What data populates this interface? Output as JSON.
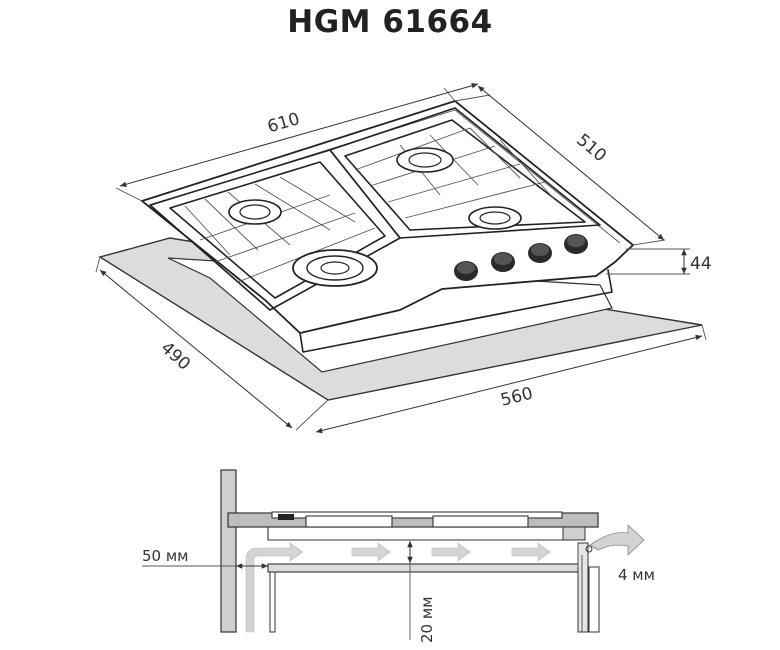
{
  "title": "HGM 61664",
  "top_view": {
    "width_label": "610",
    "depth_label": "510",
    "height_label": "44",
    "cutout_depth_label": "490",
    "cutout_width_label": "560"
  },
  "side_view": {
    "clearance_side_label": "50 мм",
    "clearance_below_label": "20 мм",
    "gap_label": "4 мм"
  }
}
